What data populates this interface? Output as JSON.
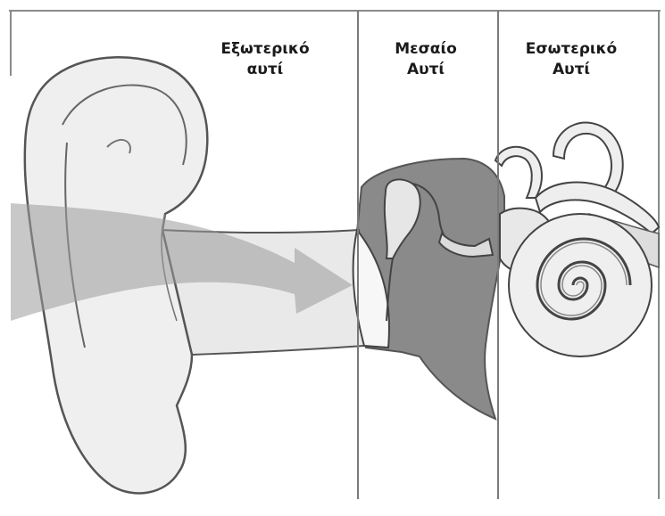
{
  "labels": {
    "outer": {
      "line1": "Εξωτερικό",
      "line2": "αυτί"
    },
    "middle": {
      "line1": "Μεσαίο",
      "line2": "Αυτί"
    },
    "inner": {
      "line1": "Εσωτερικό",
      "line2": "Αυτί"
    }
  },
  "colors": {
    "background": "#ffffff",
    "ear_skin": "#eeeeee",
    "outline": "#555555",
    "divider": "#7a7a7a",
    "middle_cavity": "#8a8a8a",
    "arrow": "#9a9a9a",
    "label_text": "#1a1a1a"
  },
  "icons": [
    "outer-ear-icon",
    "ear-canal-icon",
    "eardrum-icon",
    "ossicles-icon",
    "cochlea-icon",
    "semicircular-canals-icon",
    "sound-arrow-icon"
  ]
}
